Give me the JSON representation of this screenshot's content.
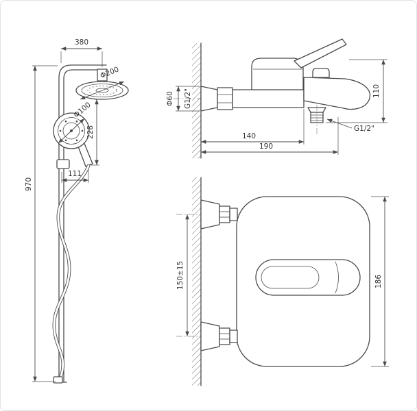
{
  "drawing": {
    "background": "#ffffff",
    "line_color": "#4a4a4a",
    "shower_view": {
      "dim_top_width": "380",
      "dim_head_diameter": "Φ200",
      "dim_hand_diameter": "Φ100",
      "dim_head_to_hand": "228",
      "dim_column_height": "970",
      "dim_holder_width": "111"
    },
    "side_view": {
      "dim_flange_diameter": "Φ60",
      "dim_inlet_thread": "G1/2\"",
      "dim_height": "110",
      "dim_reach_1": "140",
      "dim_reach_2": "190",
      "dim_outlet_thread": "G1/2\""
    },
    "front_view": {
      "dim_center_distance": "150±15",
      "dim_height": "186"
    }
  }
}
